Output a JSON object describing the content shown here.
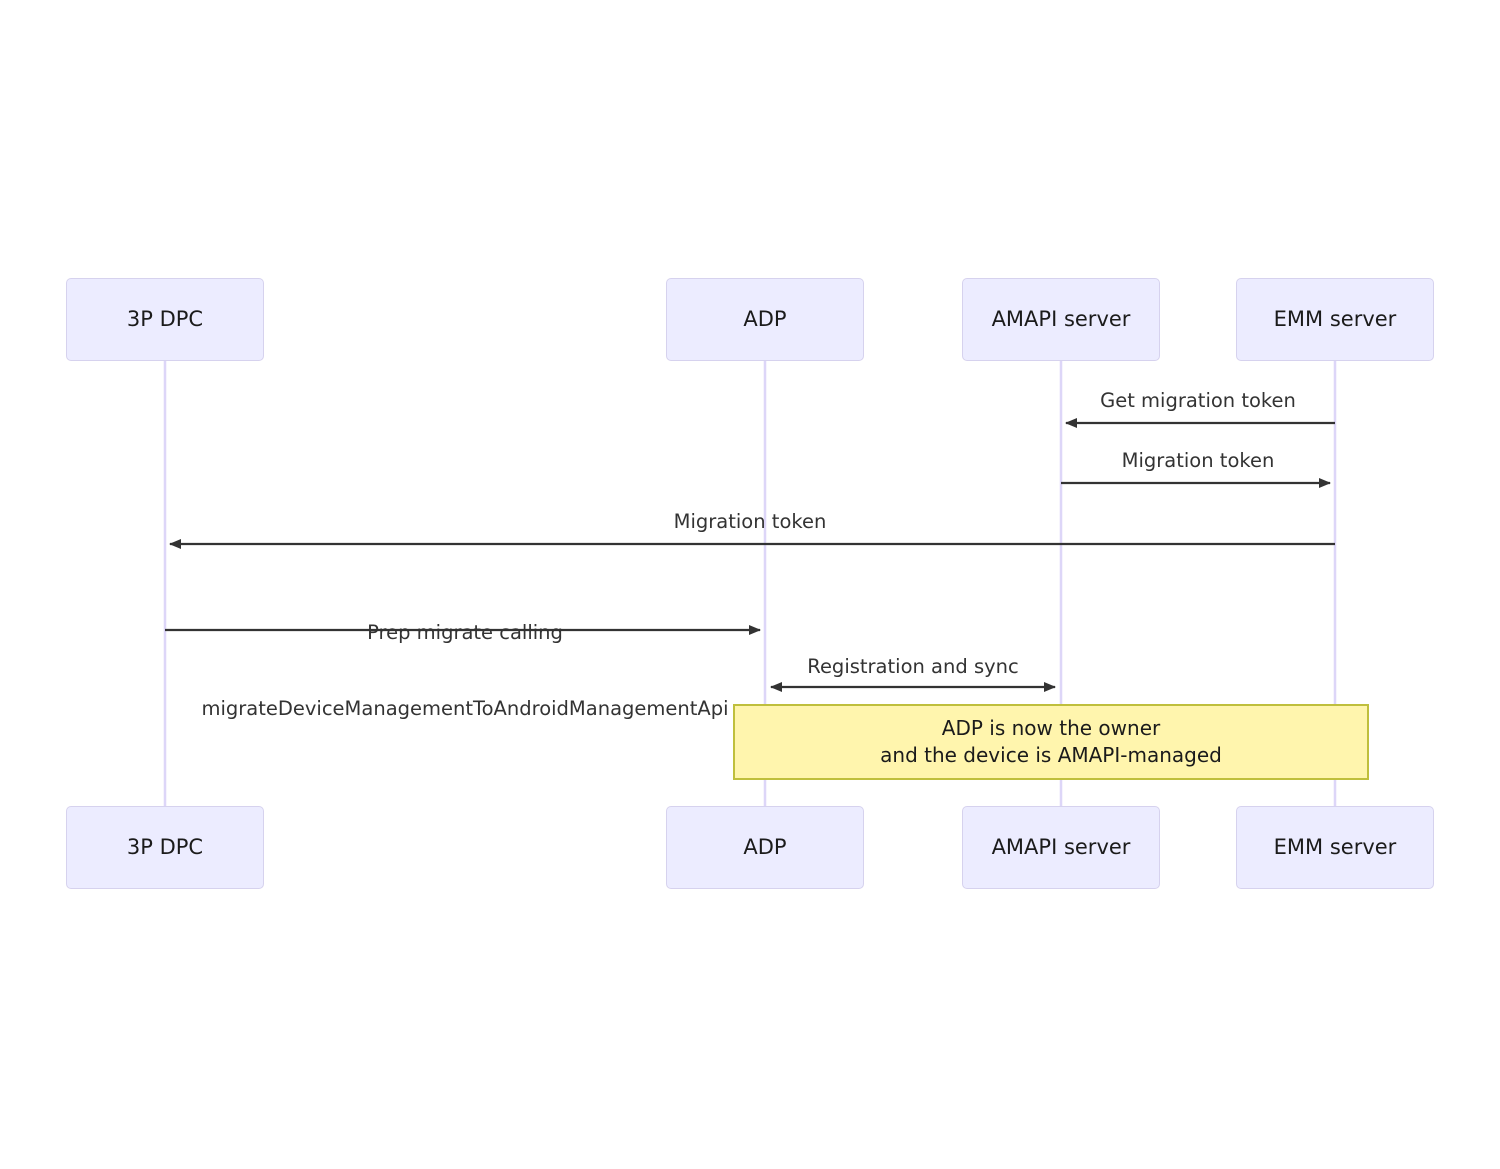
{
  "diagram": {
    "type": "sequence-diagram",
    "background_color": "#ffffff",
    "participant_fill": "#ececff",
    "participant_border": "#d6d2ee",
    "lifeline_color": "#ddd6f8",
    "arrow_color": "#333333",
    "note_fill": "#fff5ad",
    "note_border": "#bfbf3d"
  },
  "participants": [
    {
      "id": "dpc",
      "label": "3P DPC"
    },
    {
      "id": "adp",
      "label": "ADP"
    },
    {
      "id": "amapi",
      "label": "AMAPI server"
    },
    {
      "id": "emm",
      "label": "EMM server"
    }
  ],
  "participants_bottom": [
    {
      "id": "dpc",
      "label": "3P DPC"
    },
    {
      "id": "adp",
      "label": "ADP"
    },
    {
      "id": "amapi",
      "label": "AMAPI server"
    },
    {
      "id": "emm",
      "label": "EMM server"
    }
  ],
  "messages": [
    {
      "id": "m1",
      "from": "emm",
      "to": "amapi",
      "direction": "left",
      "label": "Get migration token"
    },
    {
      "id": "m2",
      "from": "amapi",
      "to": "emm",
      "direction": "right",
      "label": "Migration token"
    },
    {
      "id": "m3",
      "from": "emm",
      "to": "dpc",
      "direction": "left",
      "label": "Migration token"
    },
    {
      "id": "m4",
      "from": "dpc",
      "to": "adp",
      "direction": "right",
      "label_line1": "Prep migrate calling",
      "label_line2": "migrateDeviceManagementToAndroidManagementApi"
    },
    {
      "id": "m5",
      "from": "adp",
      "to": "amapi",
      "direction": "both",
      "label": "Registration and sync"
    }
  ],
  "note": {
    "line1": "ADP is now the owner",
    "line2": "and the device is AMAPI-managed"
  }
}
